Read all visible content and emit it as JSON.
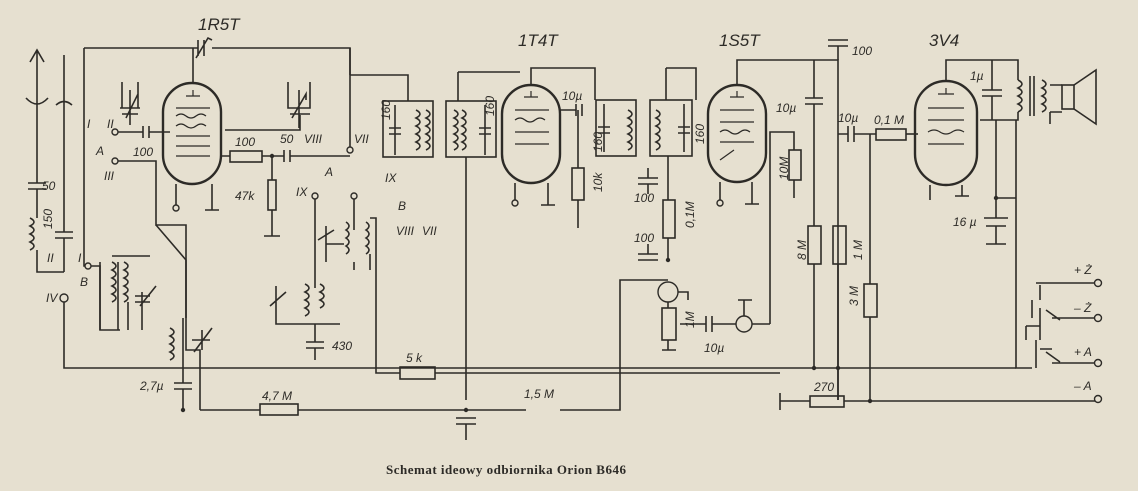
{
  "caption": "Schemat ideowy odbiornika Orion B646",
  "tubes": [
    "1R5T",
    "1T4T",
    "1S5T",
    "3V4"
  ],
  "components": {
    "c_100_in": "100",
    "c_50_ant": "50",
    "c_150_ant": "150",
    "r_100_grid": "100",
    "c_50_osc": "50",
    "r_47k": "47k",
    "c_430": "430",
    "c_27u": "2,7µ",
    "r_47M": "4,7 M",
    "r_5k": "5 k",
    "c_160_a": "160",
    "c_160_b": "160",
    "c_160_c": "160",
    "c_160_d": "160",
    "c_10u_top": "10µ",
    "r_10k": "10k",
    "r_15M": "1,5 M",
    "c_100_d1": "100",
    "c_100_d2": "100",
    "r_01M_det": "0,1M",
    "pot_1M": "1M",
    "c_10u_bottom": "10µ",
    "c_10u_s1": "10µ",
    "r_10M": "10M",
    "r_8M": "8 M",
    "r_1M": "1 M",
    "r_3M": "3 M",
    "c_100_top": "100",
    "c_10u_out": "10µ",
    "r_01M_out": "0,1 M",
    "c_1u": "1µ",
    "c_16u": "16 µ",
    "r_270": "270"
  },
  "switch_marks": {
    "I": "I",
    "II": "II",
    "III": "III",
    "A": "A",
    "B": "B",
    "IV": "IV",
    "VII": "VII",
    "VIII": "VIII",
    "IX": "IX"
  },
  "power_terminals": [
    "+ Ż",
    "– Ż",
    "+ A",
    "– A"
  ]
}
